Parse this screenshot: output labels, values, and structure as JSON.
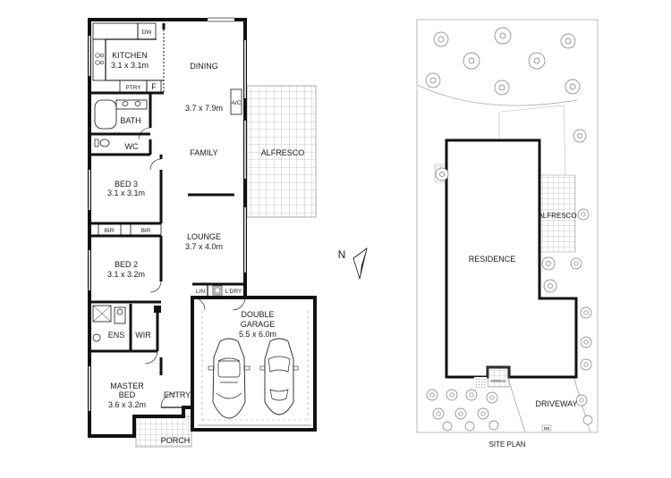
{
  "floor_plan": {
    "rooms": {
      "kitchen": {
        "name": "KITCHEN",
        "size": "3.1 x 3.1m"
      },
      "dining": {
        "name": "DINING",
        "size": "3.7 x 7.9m"
      },
      "family": {
        "name": "FAMILY"
      },
      "alfresco": {
        "name": "ALFRESCO"
      },
      "bath": {
        "name": "BATH"
      },
      "wc": {
        "name": "WC"
      },
      "bed3": {
        "name": "BED 3",
        "size": "3.1 x 3.1m"
      },
      "bed2": {
        "name": "BED 2",
        "size": "3.1 x 3.2m"
      },
      "lounge": {
        "name": "LOUNGE",
        "size": "3.7 x 4.0m"
      },
      "garage": {
        "name_line1": "DOUBLE",
        "name_line2": "GARAGE",
        "size": "5.5 x 6.0m"
      },
      "ens": {
        "name": "ENS"
      },
      "wir": {
        "name": "WIR"
      },
      "master": {
        "name_line1": "MASTER",
        "name_line2": "BED",
        "size": "3.6 x 3.2m"
      },
      "entry": {
        "name": "ENTRY"
      },
      "porch": {
        "name": "PORCH"
      }
    },
    "fixtures": {
      "dw": "DW",
      "ptry": "PTRY",
      "fridge": "F",
      "ac": "A/C",
      "bir": "BIR",
      "lin": "LIN",
      "ldry": "L'DRY"
    }
  },
  "compass": {
    "label": "N"
  },
  "site_plan": {
    "title": "SITE PLAN",
    "residence": "RESIDENCE",
    "alfresco": "ALFRESCO",
    "porch": "PORCH",
    "driveway": "DRIVEWAY",
    "meter_label": "MB"
  }
}
